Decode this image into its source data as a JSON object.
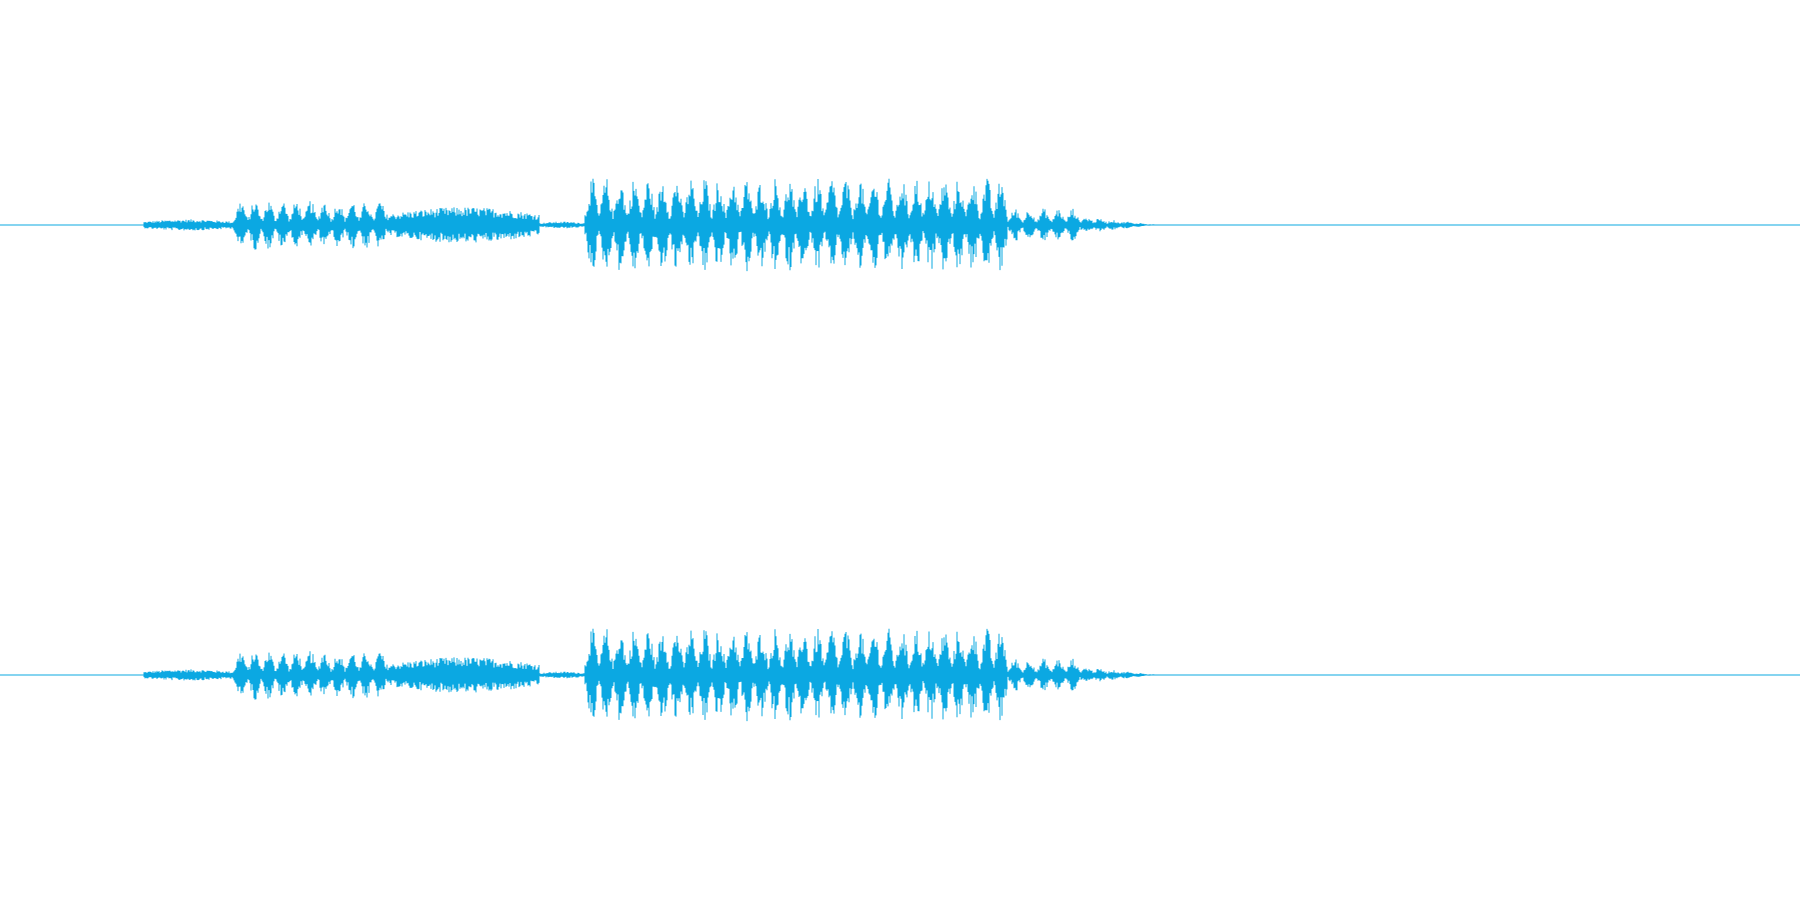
{
  "waveform": {
    "color": "#0ba8e2",
    "channel_count": 2,
    "channels": [
      {
        "name": "left"
      },
      {
        "name": "right"
      }
    ],
    "segments": [
      {
        "start": 0.08,
        "end": 0.13,
        "level": 0.1,
        "pattern": "noise"
      },
      {
        "start": 0.13,
        "end": 0.215,
        "level": 0.45,
        "pattern": "bursts"
      },
      {
        "start": 0.215,
        "end": 0.3,
        "level": 0.32,
        "pattern": "noise"
      },
      {
        "start": 0.3,
        "end": 0.325,
        "level": 0.06,
        "pattern": "noise"
      },
      {
        "start": 0.325,
        "end": 0.56,
        "level": 0.85,
        "pattern": "bursts"
      },
      {
        "start": 0.56,
        "end": 0.6,
        "level": 0.3,
        "pattern": "bursts"
      },
      {
        "start": 0.6,
        "end": 0.645,
        "level": 0.15,
        "pattern": "taper"
      }
    ]
  }
}
